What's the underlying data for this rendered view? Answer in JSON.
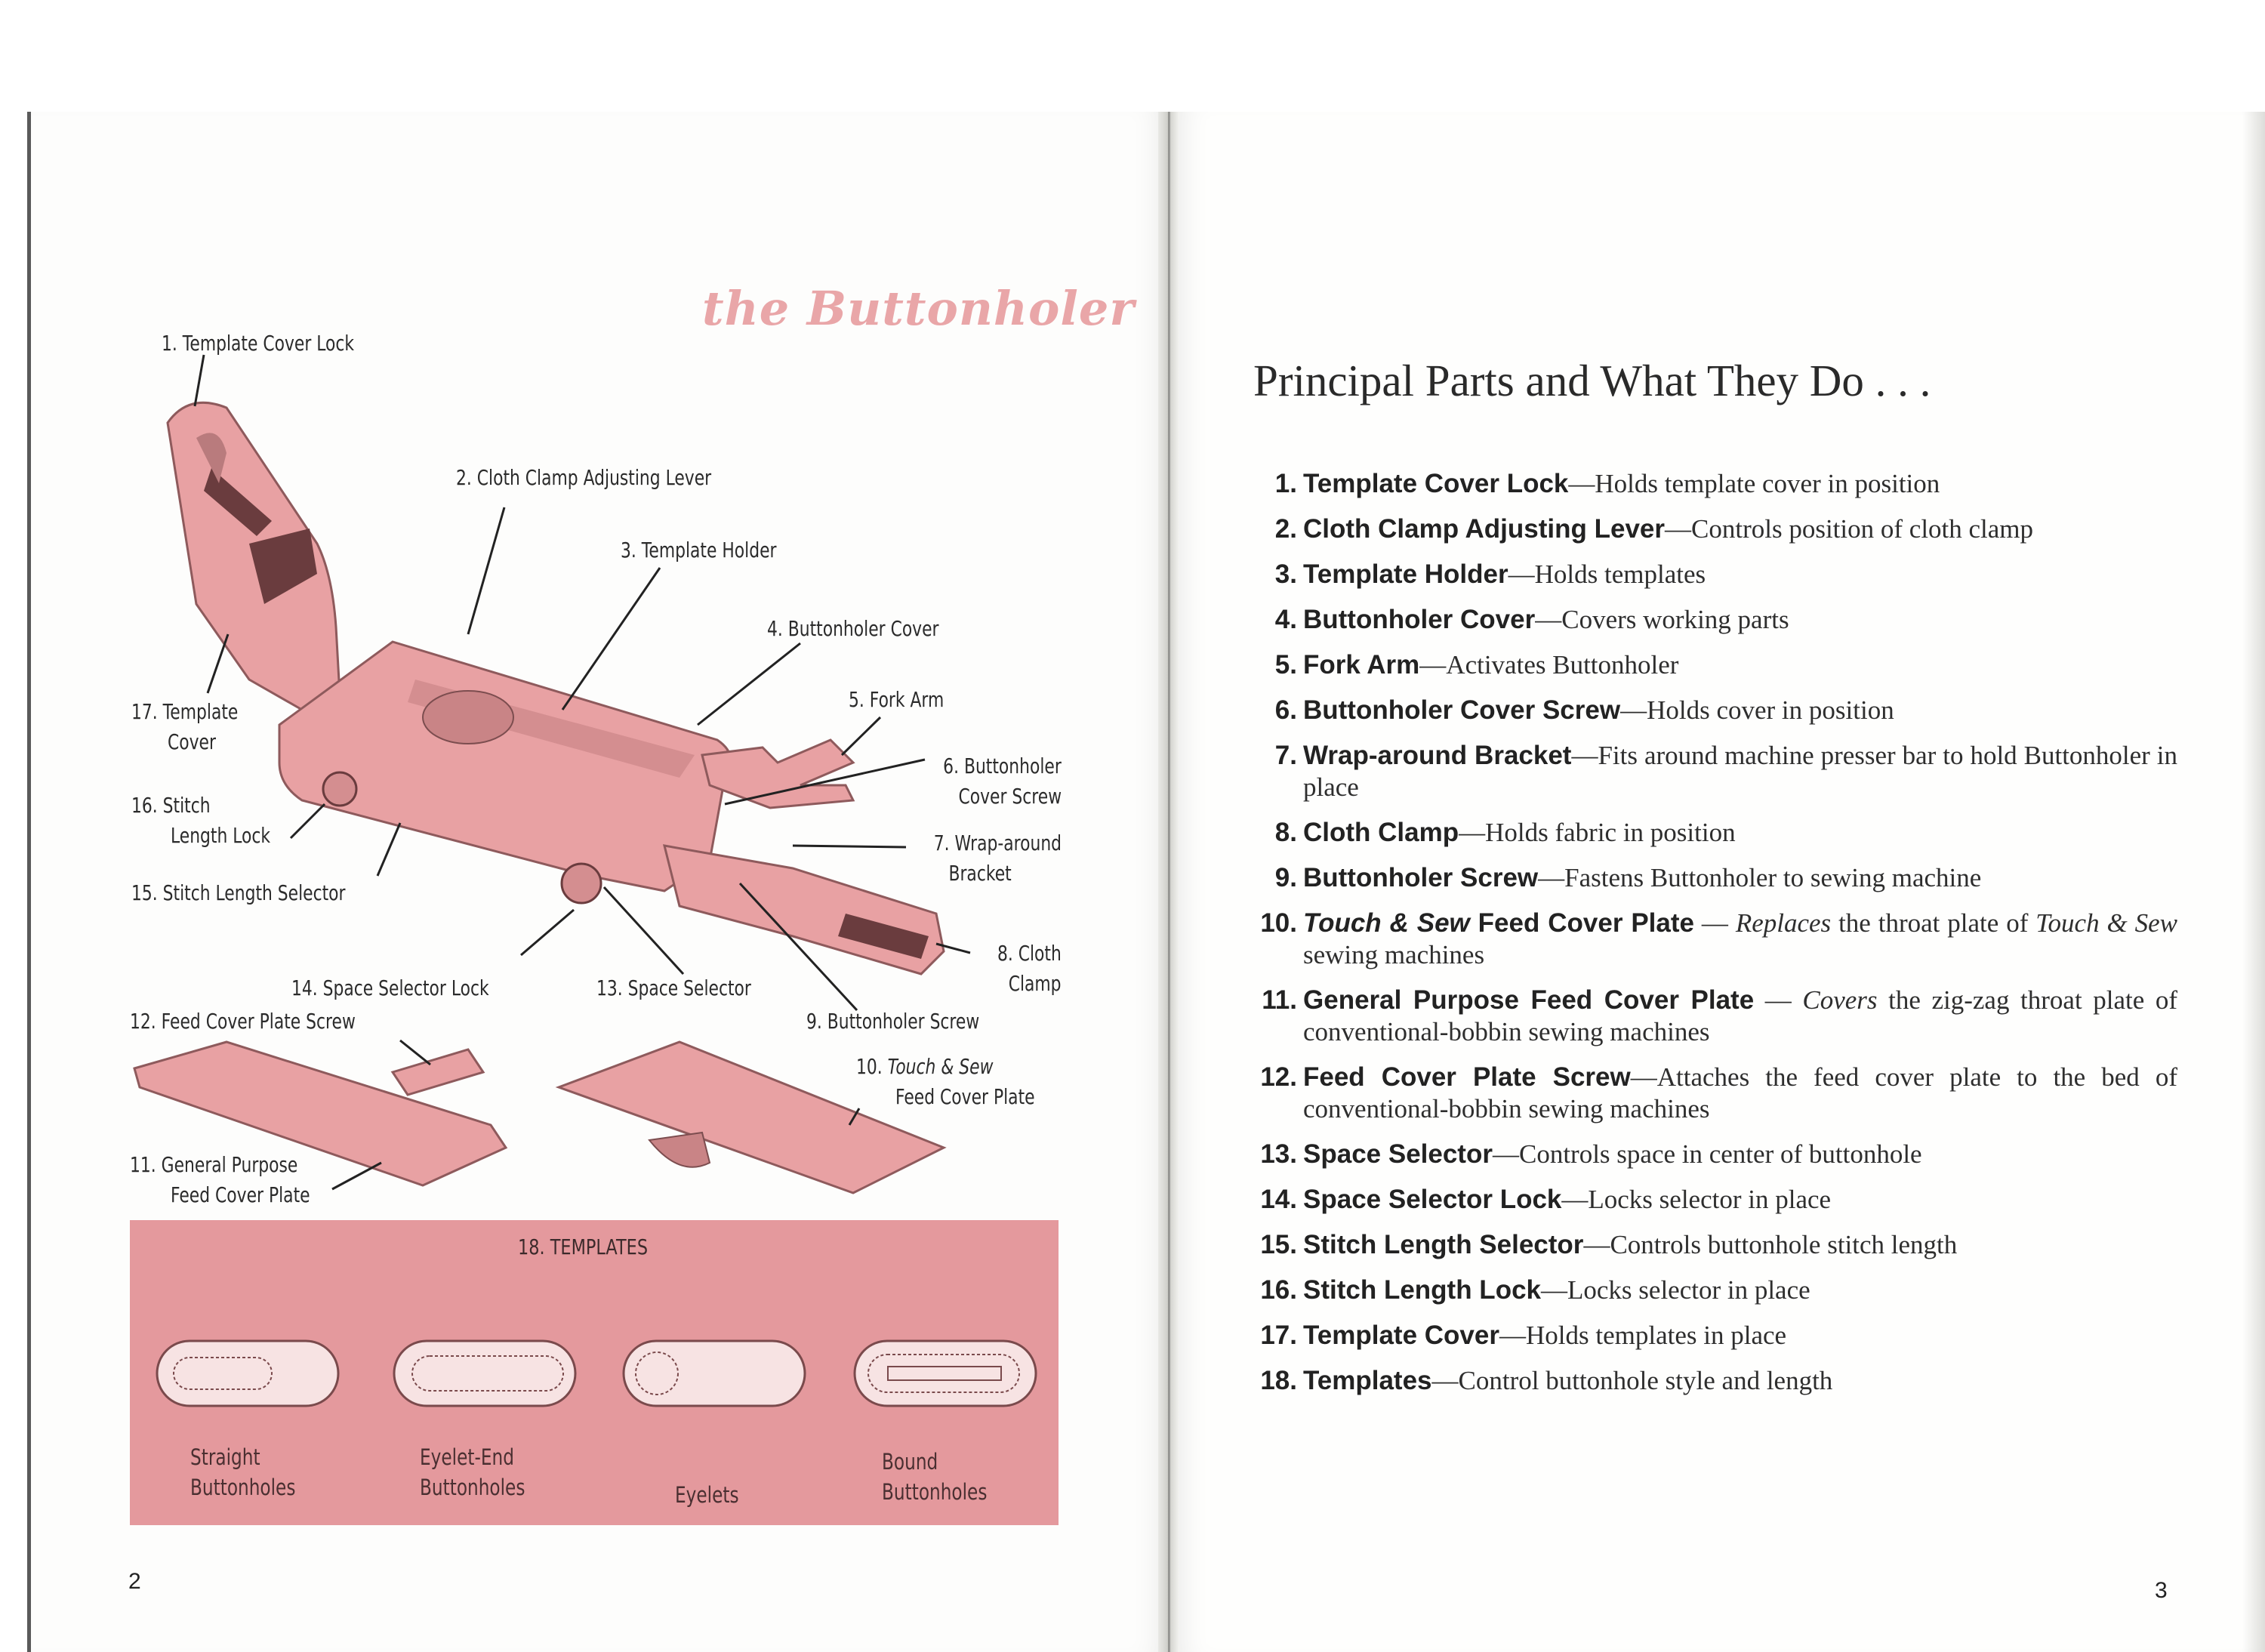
{
  "left_page": {
    "section_title": "the Buttonholer",
    "page_number": "2",
    "callouts": [
      {
        "key": "c1",
        "label": "1. Template Cover Lock"
      },
      {
        "key": "c2",
        "label": "2. Cloth Clamp Adjusting Lever"
      },
      {
        "key": "c3",
        "label": "3. Template Holder"
      },
      {
        "key": "c4",
        "label": "4. Buttonholer Cover"
      },
      {
        "key": "c5",
        "label": "5. Fork Arm"
      },
      {
        "key": "c6a",
        "label": "6. Buttonholer"
      },
      {
        "key": "c6b",
        "label": "Cover Screw"
      },
      {
        "key": "c7a",
        "label": "7. Wrap-around"
      },
      {
        "key": "c7b",
        "label": "Bracket"
      },
      {
        "key": "c8a",
        "label": "8. Cloth"
      },
      {
        "key": "c8b",
        "label": "Clamp"
      },
      {
        "key": "c9",
        "label": "9. Buttonholer Screw"
      },
      {
        "key": "c10a_num",
        "label": "10."
      },
      {
        "key": "c10a_it",
        "label": "Touch & Sew"
      },
      {
        "key": "c10b",
        "label": "Feed Cover Plate"
      },
      {
        "key": "c11a",
        "label": "11. General Purpose"
      },
      {
        "key": "c11b",
        "label": "Feed Cover Plate"
      },
      {
        "key": "c12",
        "label": "12. Feed Cover Plate Screw"
      },
      {
        "key": "c13",
        "label": "13. Space Selector"
      },
      {
        "key": "c14",
        "label": "14. Space Selector Lock"
      },
      {
        "key": "c15",
        "label": "15. Stitch Length Selector"
      },
      {
        "key": "c16a",
        "label": "16. Stitch"
      },
      {
        "key": "c16b",
        "label": "Length Lock"
      },
      {
        "key": "c17a",
        "label": "17. Template"
      },
      {
        "key": "c17b",
        "label": "Cover"
      }
    ],
    "templates": {
      "title": "18. TEMPLATES",
      "items": [
        {
          "label": "Straight\nButtonholes"
        },
        {
          "label": "Eyelet-End\nButtonholes"
        },
        {
          "label": "Eyelets"
        },
        {
          "label": "Bound\nButtonholes"
        }
      ]
    },
    "colors": {
      "accent_pink": "#e4999d",
      "diagram_pink": "#e8a1a3",
      "title_pink": "#e9a6a8"
    }
  },
  "right_page": {
    "heading": "Principal Parts and What They Do . . .",
    "page_number": "3",
    "parts": [
      {
        "num": "1.",
        "name": "Template Cover Lock",
        "name_italic": false,
        "desc": "—Holds template cover in position"
      },
      {
        "num": "2.",
        "name": "Cloth Clamp Adjusting Lever",
        "name_italic": false,
        "desc": "—Controls position of cloth clamp"
      },
      {
        "num": "3.",
        "name": "Template Holder",
        "name_italic": false,
        "desc": "—Holds templates"
      },
      {
        "num": "4.",
        "name": "Buttonholer Cover",
        "name_italic": false,
        "desc": "—Covers working parts"
      },
      {
        "num": "5.",
        "name": "Fork Arm",
        "name_italic": false,
        "desc": "—Activates Buttonholer"
      },
      {
        "num": "6.",
        "name": "Buttonholer Cover Screw",
        "name_italic": false,
        "desc": "—Holds cover in position"
      },
      {
        "num": "7.",
        "name": "Wrap-around Bracket",
        "name_italic": false,
        "desc": "—Fits around machine presser bar to hold Buttonholer in place"
      },
      {
        "num": "8.",
        "name": "Cloth Clamp",
        "name_italic": false,
        "desc": "—Holds fabric in position"
      },
      {
        "num": "9.",
        "name": "Buttonholer Screw",
        "name_italic": false,
        "desc": "—Fastens Buttonholer to sewing machine"
      },
      {
        "num": "10.",
        "name_it": "Touch & Sew",
        "name": " Feed Cover Plate",
        "desc_pre": " — ",
        "desc_it": "Replaces",
        "desc": " the throat plate of ",
        "desc_it2": "Touch & Sew",
        "desc_post": " sewing machines"
      },
      {
        "num": "11.",
        "name": "General Purpose Feed Cover Plate",
        "desc_pre": " — ",
        "desc_it": "Covers",
        "desc": " the zig-zag throat plate of conventional-bobbin sewing machines"
      },
      {
        "num": "12.",
        "name": "Feed Cover Plate Screw",
        "name_italic": false,
        "desc": "—Attaches the feed cover plate to the bed of conventional-bobbin sewing machines"
      },
      {
        "num": "13.",
        "name": "Space Selector",
        "name_italic": false,
        "desc": "—Controls space in center of buttonhole"
      },
      {
        "num": "14.",
        "name": "Space Selector Lock",
        "name_italic": false,
        "desc": "—Locks selector in place"
      },
      {
        "num": "15.",
        "name": "Stitch Length Selector",
        "name_italic": false,
        "desc": "—Controls buttonhole stitch length"
      },
      {
        "num": "16.",
        "name": "Stitch Length Lock",
        "name_italic": false,
        "desc": "—Locks selector in place"
      },
      {
        "num": "17.",
        "name": "Template Cover",
        "name_italic": false,
        "desc": "—Holds templates in place"
      },
      {
        "num": "18.",
        "name": "Templates",
        "name_italic": false,
        "desc": "—Control buttonhole style and length"
      }
    ]
  }
}
